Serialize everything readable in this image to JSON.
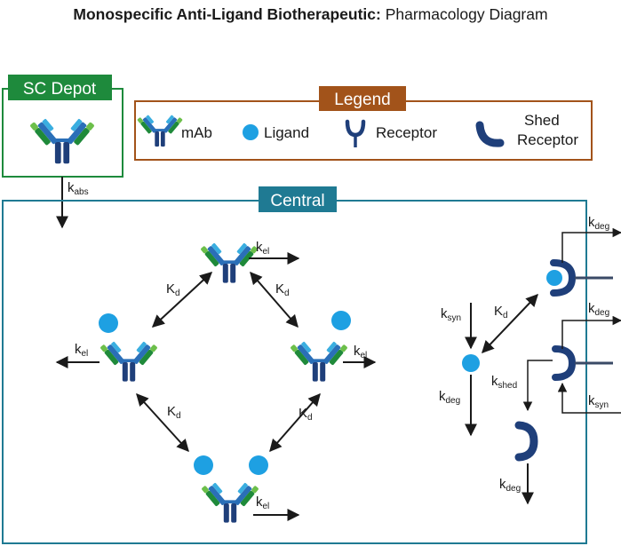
{
  "title": {
    "bold": "Monospecific Anti-Ligand Biotherapeutic:",
    "normal": "Pharmacology Diagram"
  },
  "depot": {
    "label": "SC Depot",
    "kabs_sub": "abs"
  },
  "legend": {
    "header": "Legend",
    "mab": "mAb",
    "ligand": "Ligand",
    "receptor": "Receptor",
    "shed1": "Shed",
    "shed2": "Receptor"
  },
  "central": {
    "label": "Central"
  },
  "rates": {
    "k": "k",
    "K": "K",
    "el": "el",
    "d": "d",
    "deg": "deg",
    "syn": "syn",
    "shed": "shed"
  },
  "colors": {
    "depot_green": "#1e8a3c",
    "central_teal": "#1f7a93",
    "legend_brown": "#a2531a",
    "ligand_blue": "#1ea0e2",
    "dark_navy": "#1f3f7a",
    "light_blue": "#3aaee0",
    "mid_blue": "#2a6fb8",
    "mab_green": "#1f8a3a",
    "mab_lightgreen": "#6cbf4a"
  }
}
